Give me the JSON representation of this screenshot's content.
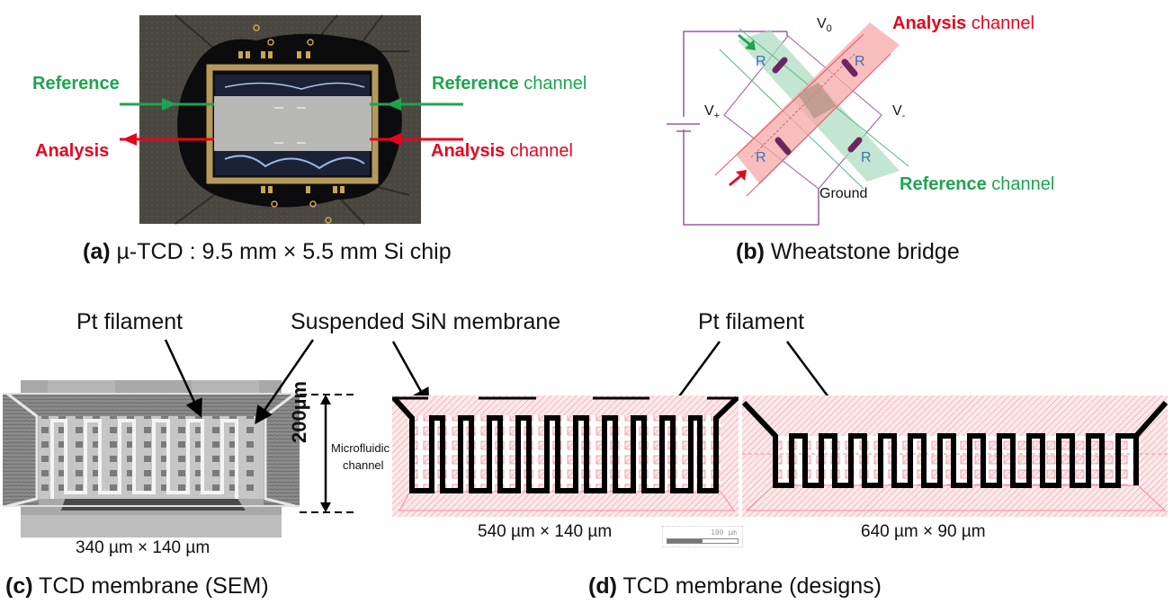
{
  "panels": {
    "a": {
      "caption_letter": "(a)",
      "caption_text": " µ-TCD : 9.5 mm × 5.5 mm Si chip",
      "left_labels": {
        "reference": "Reference",
        "analysis": "Analysis"
      },
      "right_labels": {
        "reference_bold": "Reference",
        "reference_rest": " channel",
        "analysis_bold": "Analysis",
        "analysis_rest": " channel"
      },
      "colors": {
        "reference": "#1ea450",
        "analysis": "#e3061e"
      }
    },
    "b": {
      "caption_letter": "(b)",
      "caption_text": " Wheatstone bridge",
      "nodes": {
        "top": "V",
        "top_sub": "0",
        "left": "V",
        "left_sub": "+",
        "right": "V",
        "right_sub": "-",
        "bottom": "Ground"
      },
      "resistor_label": "R",
      "analysis_bold": "Analysis",
      "analysis_rest": " channel",
      "reference_bold": "Reference",
      "reference_rest": " channel"
    },
    "c": {
      "caption_letter": "(c)",
      "caption_text": " TCD membrane (SEM)",
      "annotation_pt": "Pt filament",
      "dimension": "340 µm × 140 µm",
      "height_label": "200µm",
      "channel_label_line1": "Microfluidic",
      "channel_label_line2": "channel"
    },
    "d": {
      "caption_letter": "(d)",
      "caption_text": " TCD membrane (designs)",
      "annotation_membrane": "Suspended SiN membrane",
      "annotation_pt": "Pt filament",
      "design1_dimension": "540 µm × 140 µm",
      "design2_dimension": "640 µm × 90 µm",
      "scale_bar_label": "100 µm"
    }
  }
}
